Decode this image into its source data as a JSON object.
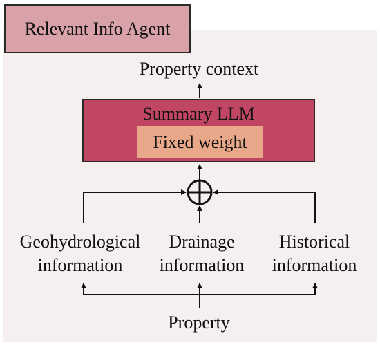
{
  "agent": {
    "title": "Relevant Info Agent"
  },
  "output_label": "Property context",
  "summary": {
    "title": "Summary LLM",
    "weight_label": "Fixed weight"
  },
  "inputs": {
    "geo": {
      "line1": "Geohydrological",
      "line2": "information"
    },
    "drainage": {
      "line1": "Drainage",
      "line2": "information"
    },
    "historical": {
      "line1": "Historical",
      "line2": "information"
    }
  },
  "source_label": "Property",
  "colors": {
    "panel_bg": "#f6eff0",
    "agent_fill": "#d9a1a8",
    "llm_fill": "#c04664",
    "weight_fill": "#e9a889",
    "line": "#111111"
  }
}
